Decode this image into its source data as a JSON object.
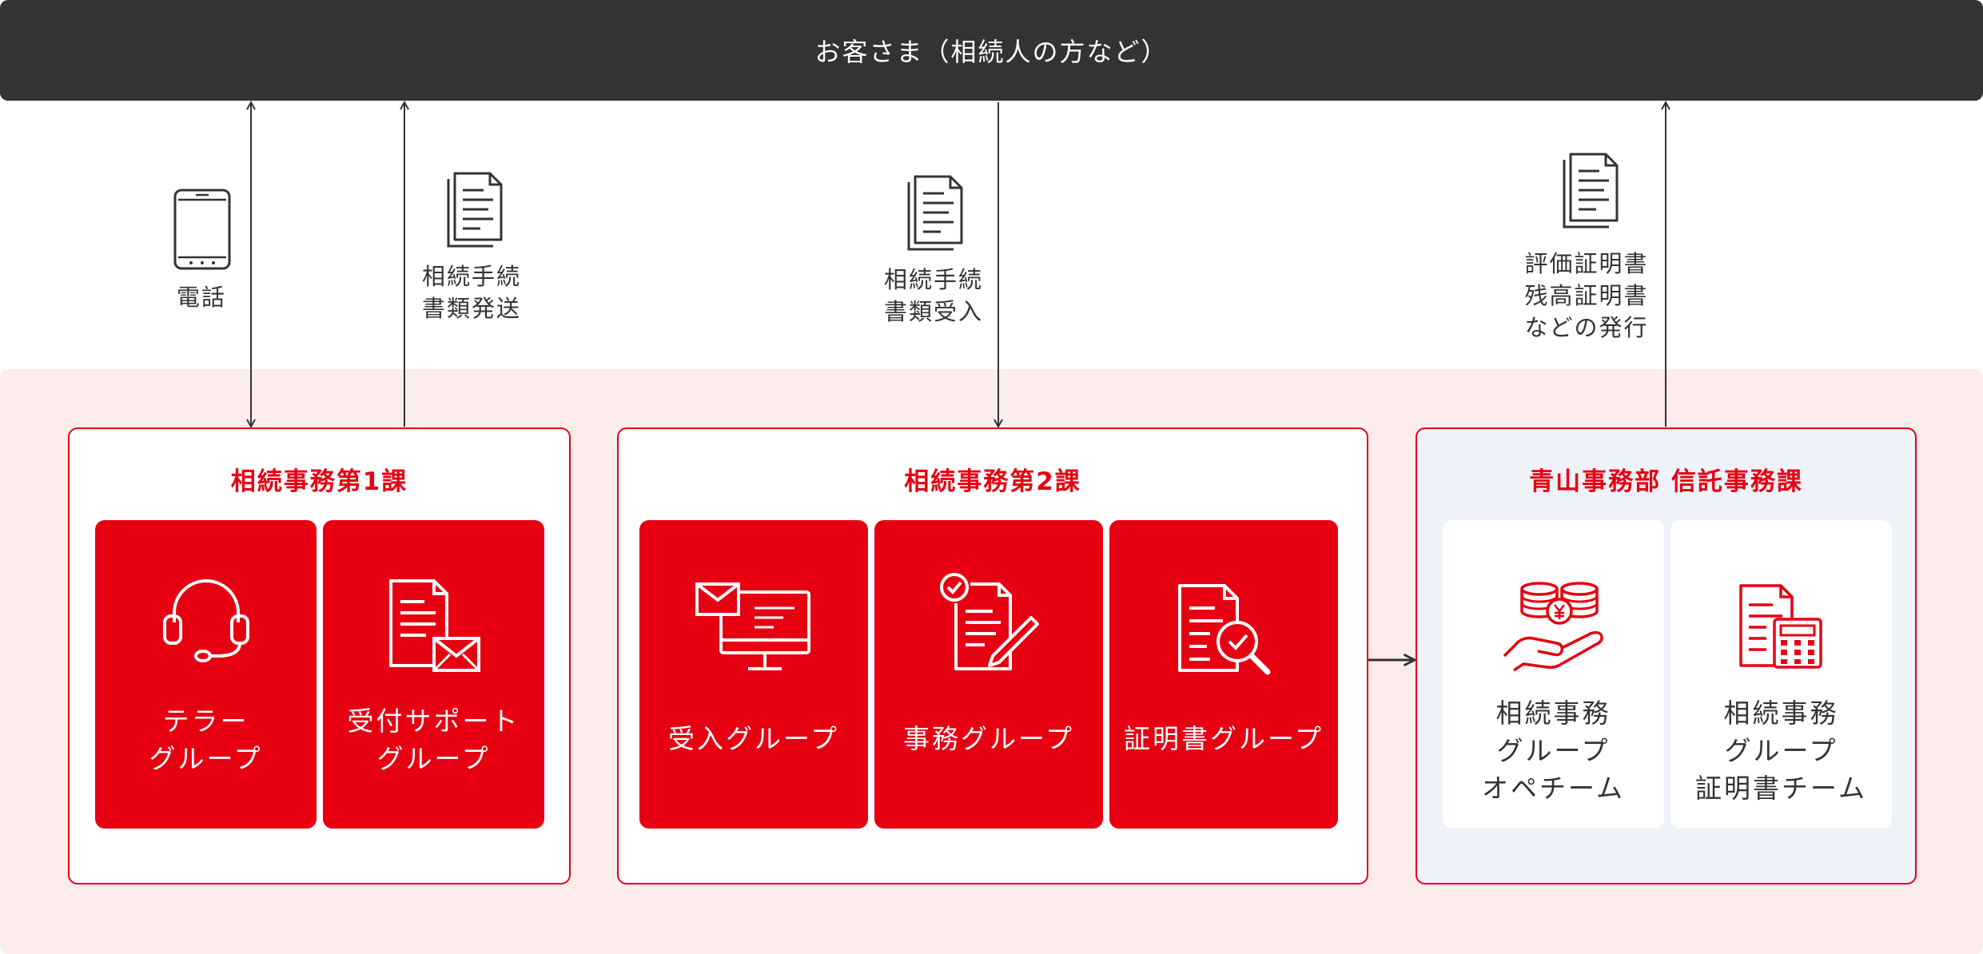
{
  "customer_label": "お客さま（相続人の方など）",
  "flows": {
    "phone": "電話",
    "send_docs": "相続手続\n書類発送",
    "receive_docs": "相続手続\n書類受入",
    "issue_certs": "評価証明書\n残高証明書\nなどの発行"
  },
  "sections": [
    {
      "title": "相続事務第1課",
      "groups": [
        {
          "label": "テラー\nグループ",
          "icon": "headset-icon"
        },
        {
          "label": "受付サポート\nグループ",
          "icon": "document-mail-icon"
        }
      ]
    },
    {
      "title": "相続事務第2課",
      "groups": [
        {
          "label": "受入グループ",
          "icon": "monitor-mail-icon"
        },
        {
          "label": "事務グループ",
          "icon": "document-check-pen-icon"
        },
        {
          "label": "証明書グループ",
          "icon": "document-search-icon"
        }
      ]
    },
    {
      "title": "青山事務部 信託事務課",
      "groups": [
        {
          "label": "相続事務\nグループ\nオペチーム",
          "icon": "hand-coins-icon"
        },
        {
          "label": "相続事務\nグループ\n証明書チーム",
          "icon": "document-calculator-icon"
        }
      ]
    }
  ],
  "colors": {
    "accent_red": "#e60012",
    "dark_bar": "#333333",
    "region_pink": "#fdecec",
    "trust_section_blue": "#eff2f9",
    "text": "#333333"
  }
}
